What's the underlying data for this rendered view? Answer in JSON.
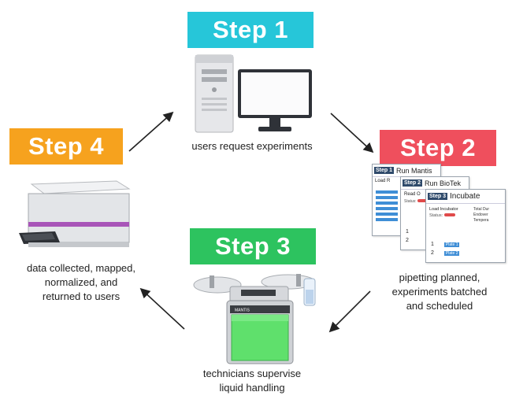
{
  "colors": {
    "step1": "#26c6d9",
    "step2": "#ef4f5d",
    "step3": "#2dc35f",
    "step4": "#f6a21e",
    "arrow": "#222222"
  },
  "steps": [
    {
      "label": "Step 1",
      "caption_lines": [
        "users request experiments"
      ],
      "icon": "desktop-computer-icon"
    },
    {
      "label": "Step 2",
      "caption_lines": [
        "pipetting planned,",
        "experiments batched",
        "and scheduled"
      ],
      "icon": "software-windows-icon"
    },
    {
      "label": "Step 3",
      "caption_lines": [
        "technicians supervise",
        "liquid handling"
      ],
      "icon": "liquid-handler-icon"
    },
    {
      "label": "Step 4",
      "caption_lines": [
        "data collected, mapped,",
        "normalized, and",
        "returned to users"
      ],
      "icon": "plate-reader-icon"
    }
  ],
  "software_windows": [
    {
      "step_tag": "Step 1",
      "title": "Run Mantis",
      "row_label": "Load R"
    },
    {
      "step_tag": "Step 2",
      "title": "Run BioTek",
      "row_label": "Read O",
      "status_label": "Status:"
    },
    {
      "step_tag": "Step 3",
      "title": "Incubate",
      "row_label": "Load Incubator",
      "status_label": "Status:",
      "side_items": [
        "Total Dur",
        "Endover",
        "Tempera"
      ],
      "rows": [
        {
          "num": "1",
          "tag": "Plate 1"
        },
        {
          "num": "2",
          "tag": "Plate 2"
        }
      ]
    }
  ],
  "window_b_rows": [
    "1",
    "2"
  ],
  "device_label": "MANTIS"
}
